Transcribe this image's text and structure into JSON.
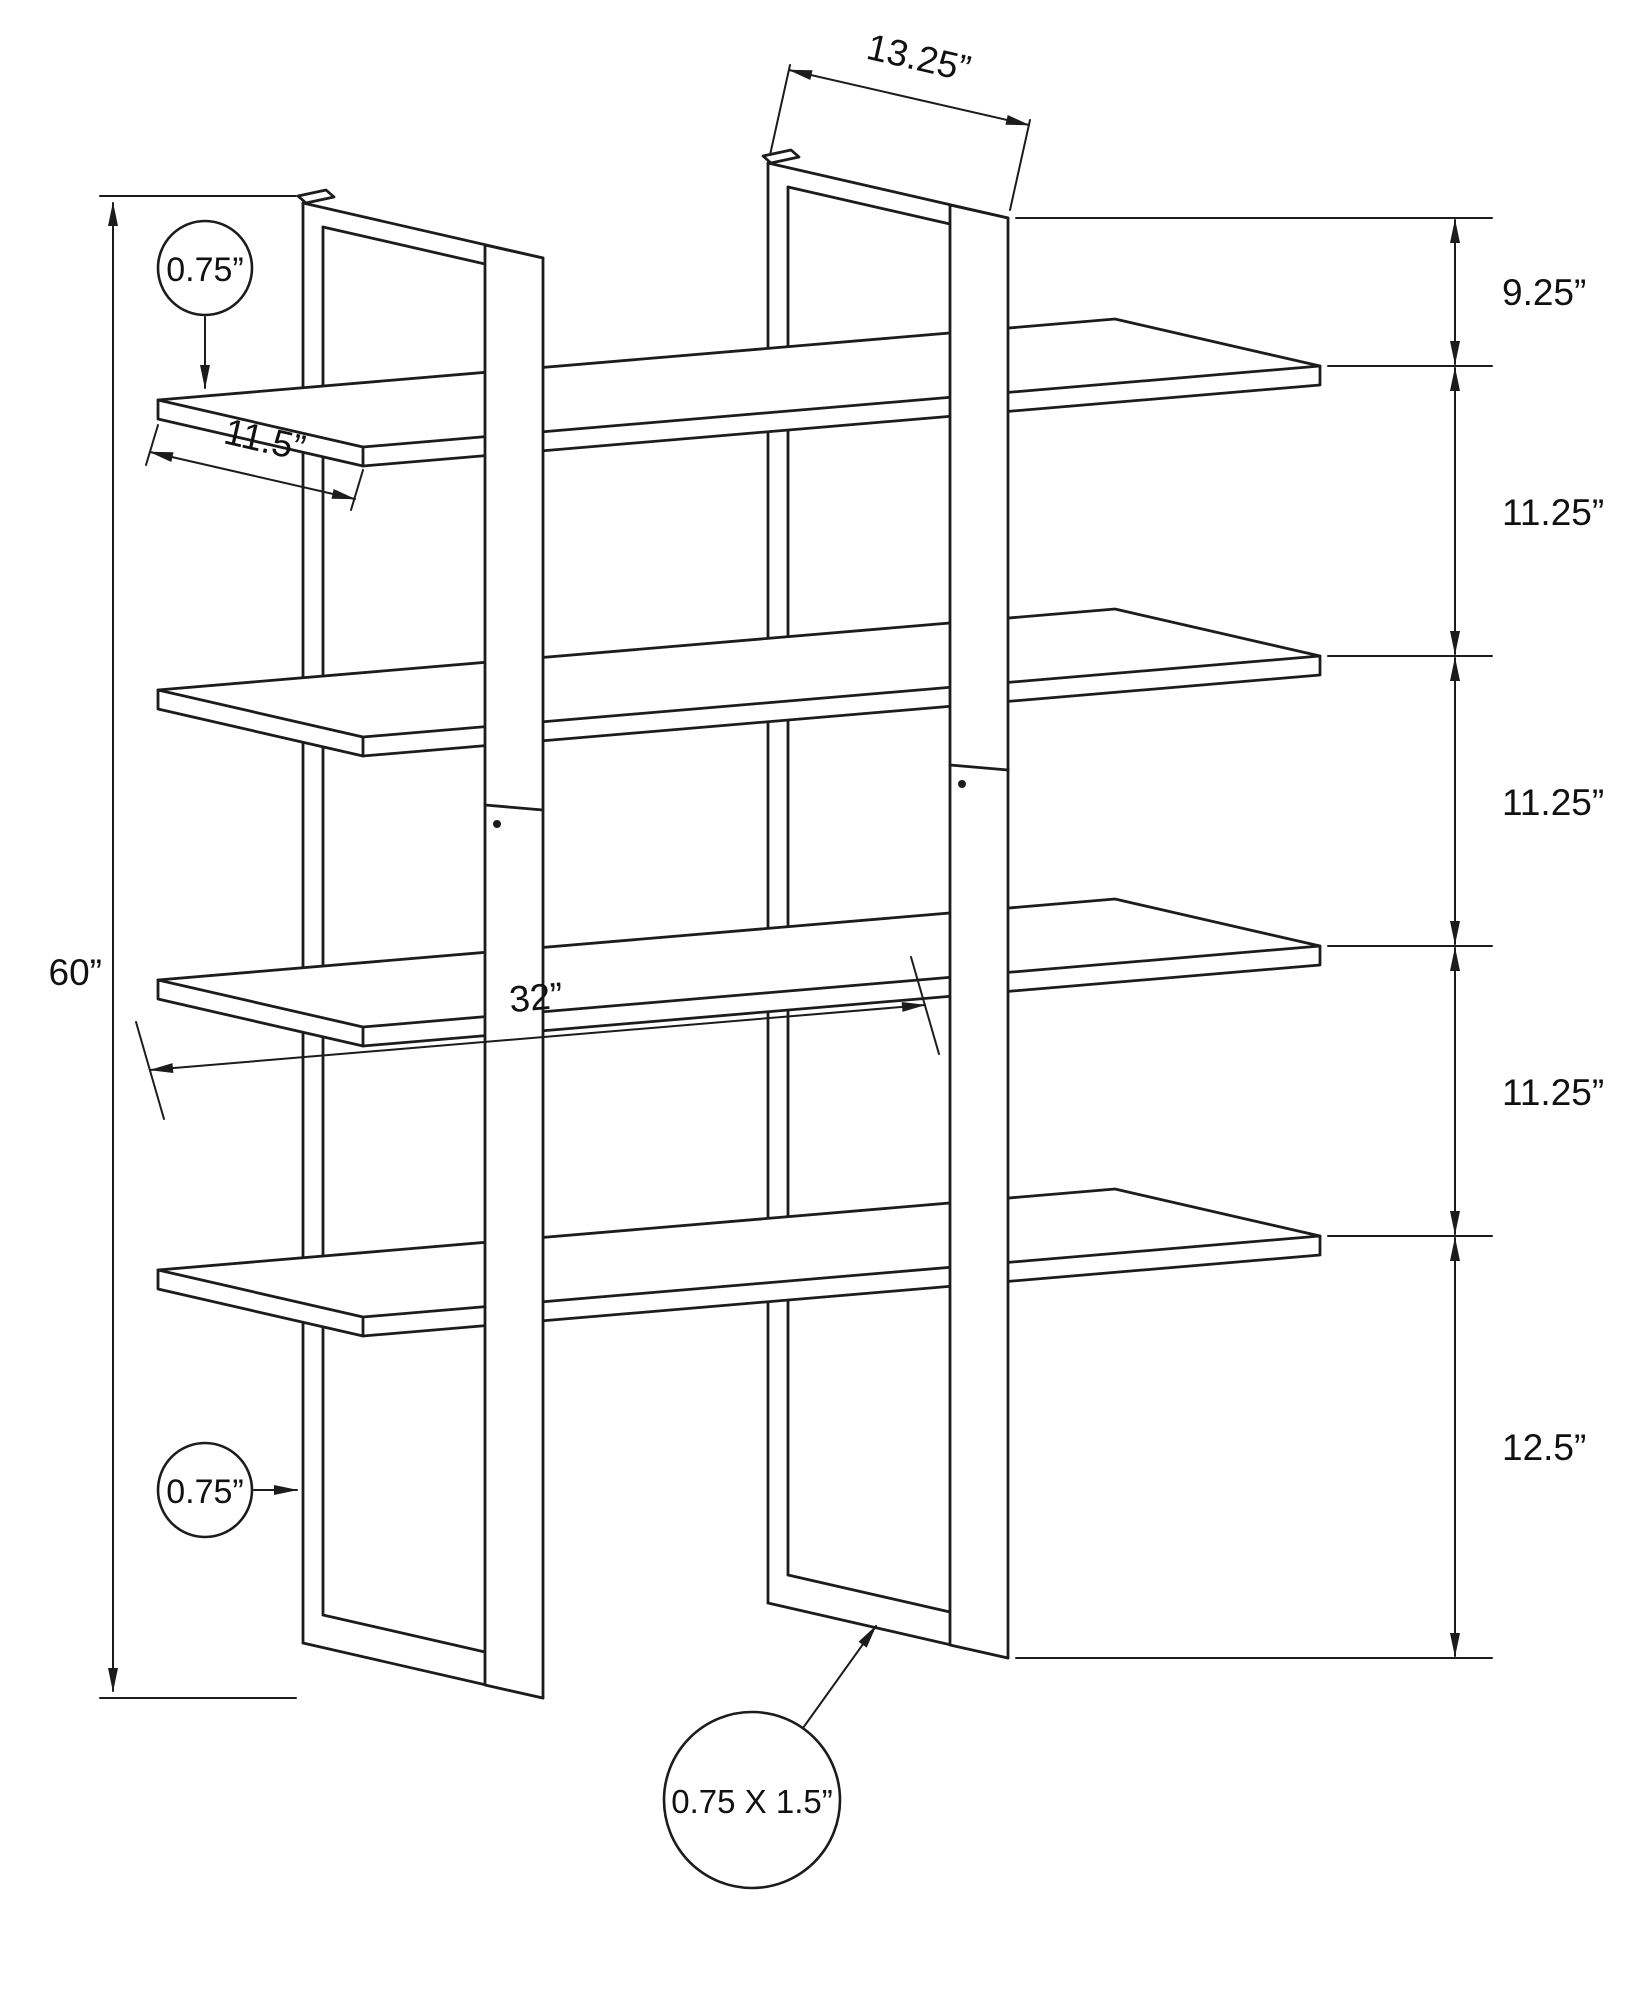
{
  "diagram": {
    "labels": {
      "overall_height": "60”",
      "frame_depth": "13.25”",
      "top_gap": "9.25”",
      "shelf_gap_1": "11.25”",
      "shelf_gap_2": "11.25”",
      "shelf_gap_3": "11.25”",
      "bottom_gap": "12.5”",
      "shelf_thickness": "0.75”",
      "shelf_depth": "11.5”",
      "shelf_width": "32”",
      "post_thickness": "0.75”",
      "tube_size": "0.75 X 1.5”"
    },
    "colors": {
      "line": "#1c1c1c",
      "background": "#ffffff"
    }
  }
}
